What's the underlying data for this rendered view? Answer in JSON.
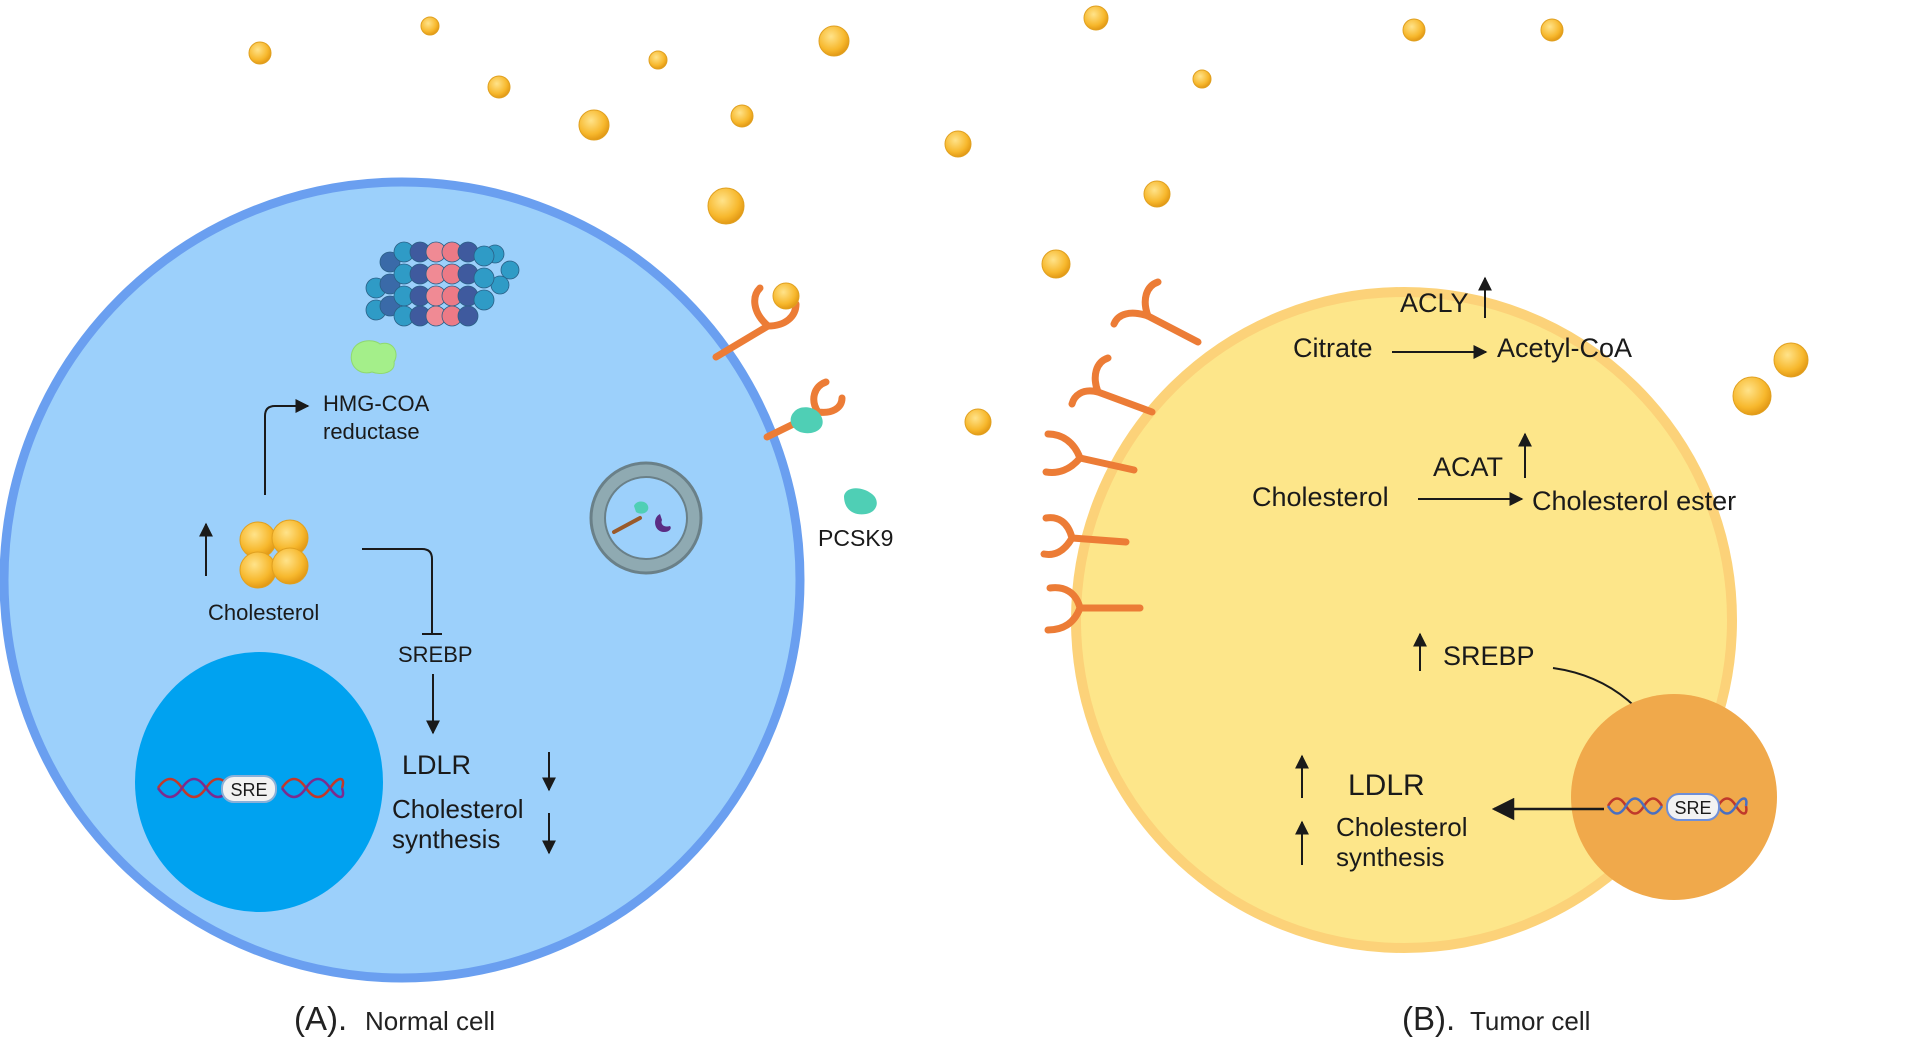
{
  "colors": {
    "normal_cell_fill": "#9cd0fb",
    "normal_cell_border": "#6a9ff0",
    "normal_nucleus": "#00a2f0",
    "tumor_cell_fill": "#fde68a",
    "tumor_cell_border": "#fcd279",
    "tumor_nucleus": "#f0a94b",
    "lipid_particle": "#f5b62f",
    "receptor": "#ec7c36",
    "pcsk9": "#4fcfb5",
    "hmgcoa": "#a4ef8a",
    "arrow": "#1a1a1a"
  },
  "normal_cell": {
    "caption_letter": "(A).",
    "caption_text": "Normal cell",
    "hmg_line1": "HMG-COA",
    "hmg_line2": "reductase",
    "cholesterol": "Cholesterol",
    "srebp": "SREBP",
    "ldlr": "LDLR",
    "synth_line1": "Cholesterol",
    "synth_line2": "synthesis",
    "sre": "SRE",
    "pcsk9": "PCSK9",
    "ldlr_trend": "down",
    "synthesis_trend": "down",
    "cholesterol_trend": "up"
  },
  "tumor_cell": {
    "caption_letter": "(B).",
    "caption_text": "Tumor cell",
    "acly": "ACLY",
    "citrate": "Citrate",
    "acetyl_coa": "Acetyl-CoA",
    "acat": "ACAT",
    "cholesterol": "Cholesterol",
    "cholesterol_ester": "Cholesterol ester",
    "srebp": "SREBP",
    "ldlr": "LDLR",
    "synth_line1": "Cholesterol",
    "synth_line2": "synthesis",
    "sre": "SRE",
    "acly_trend": "up",
    "acat_trend": "up",
    "srebp_trend": "up",
    "ldlr_trend": "up",
    "synthesis_trend": "up"
  }
}
